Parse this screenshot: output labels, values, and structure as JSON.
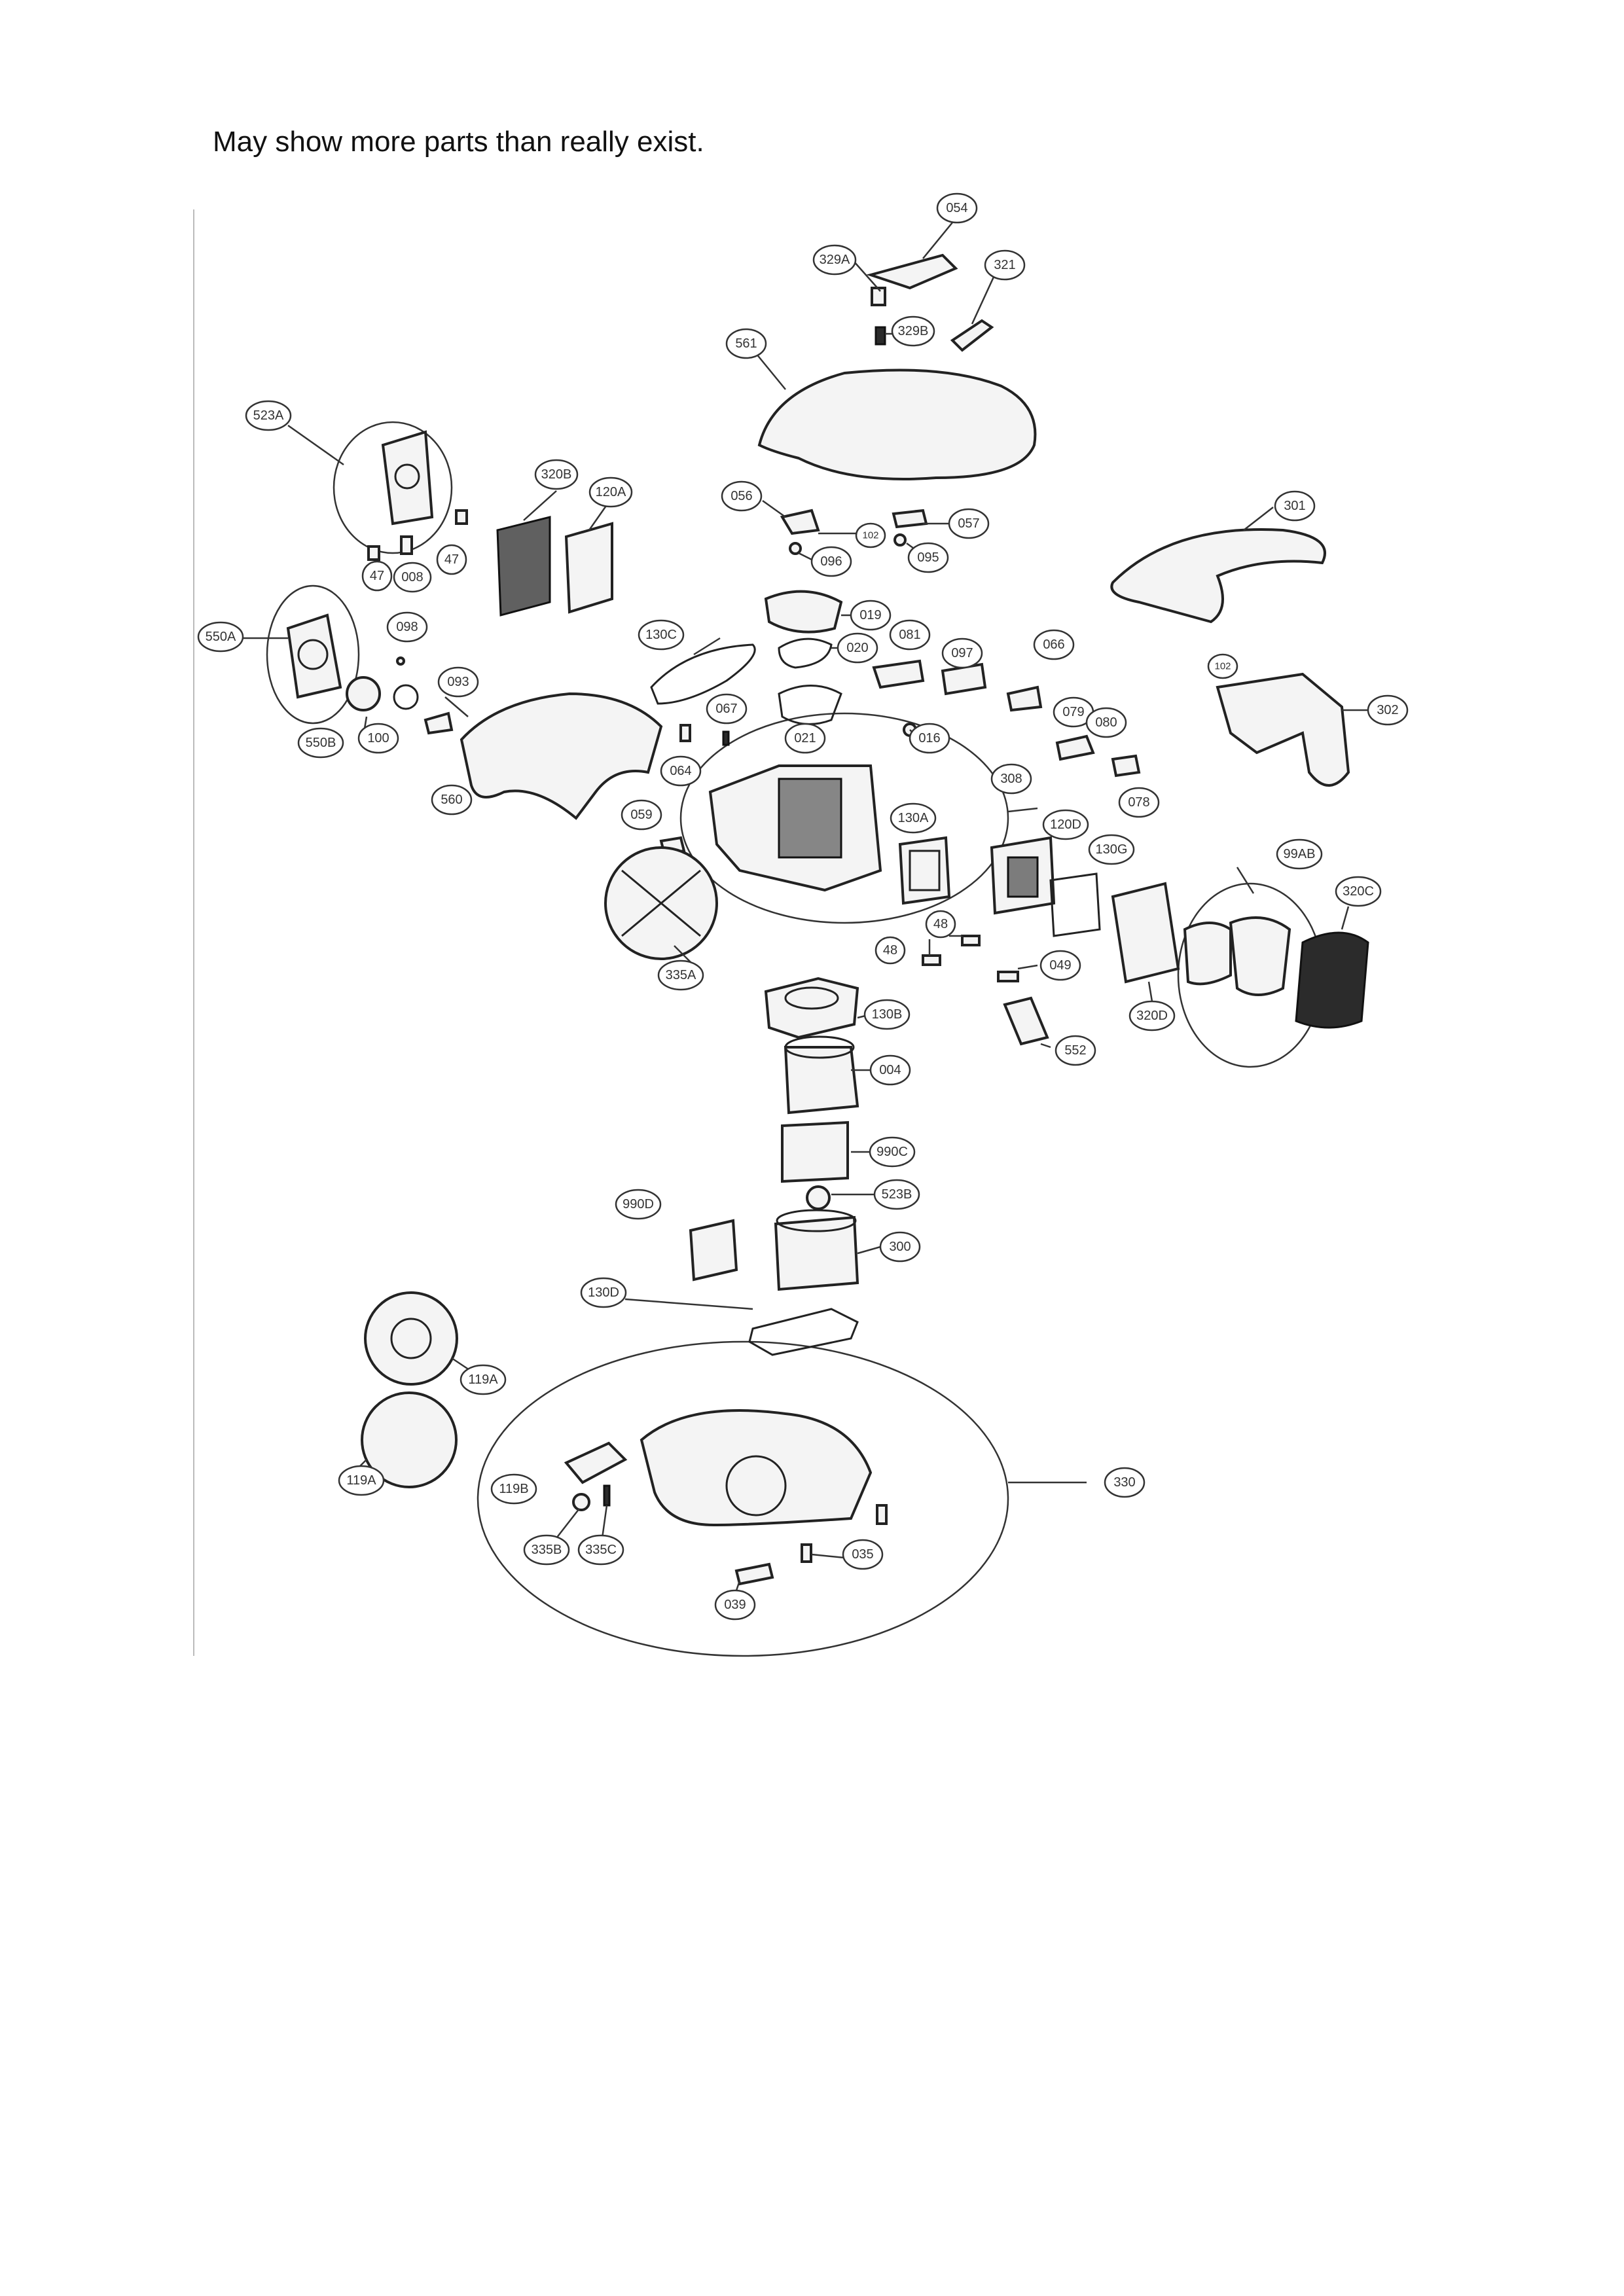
{
  "note": "May show more parts than really exist.",
  "callouts": [
    "054",
    "329A",
    "321",
    "329B",
    "561",
    "523A",
    "320B",
    "120A",
    "056",
    "057",
    "102",
    "096",
    "095",
    "301",
    "47",
    "008",
    "47",
    "550A",
    "098",
    "130C",
    "019",
    "020",
    "081",
    "097",
    "066",
    "102",
    "093",
    "067",
    "079",
    "080",
    "302",
    "100",
    "550B",
    "016",
    "021",
    "064",
    "560",
    "308",
    "078",
    "059",
    "130A",
    "120D",
    "130G",
    "99AB",
    "320C",
    "335A",
    "48",
    "48",
    "049",
    "320D",
    "130B",
    "552",
    "004",
    "990C",
    "523B",
    "990D",
    "300",
    "130D",
    "119A",
    "119A",
    "119B",
    "330",
    "335B",
    "335C",
    "035",
    "039"
  ]
}
